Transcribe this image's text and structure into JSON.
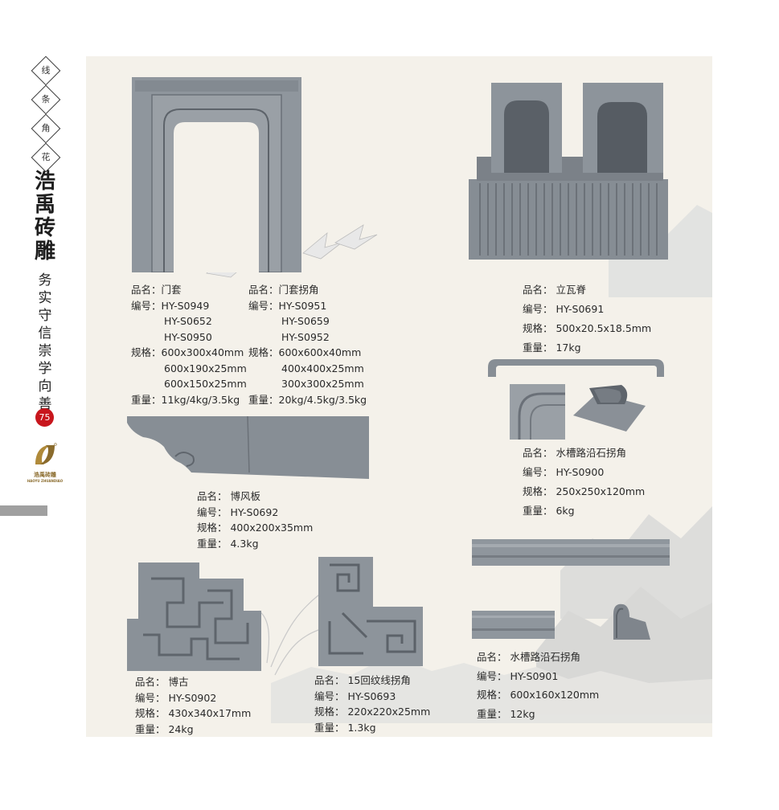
{
  "sidebar": {
    "tags": [
      "线",
      "条",
      "角",
      "花"
    ],
    "brand_cn": [
      "浩",
      "禹",
      "砖",
      "雕"
    ],
    "motto": [
      "务",
      "实",
      "守",
      "信",
      "崇",
      "学",
      "向",
      "善"
    ],
    "page_number": "75",
    "logo_text": "浩禹砖雕",
    "logo_subtext": "HAOYU ZHUANDIAO"
  },
  "colors": {
    "panel_bg": "#f4f1ea",
    "stone": "#8c949c",
    "stone_dark": "#6a7078",
    "stone_light": "#aab0b6",
    "accent_red": "#c8161d",
    "logo_gold": "#b08a3a"
  },
  "products": {
    "door_frame": {
      "name_label": "品名：门套",
      "code_label": "编号：",
      "codes": [
        "HY-S0949",
        "HY-S0652",
        "HY-S0950"
      ],
      "spec_label": "规格：",
      "specs": [
        "600x300x40mm",
        "600x190x25mm",
        "600x150x25mm"
      ],
      "weight": "重量：11kg/4kg/3.5kg"
    },
    "door_corner": {
      "name_label": "品名：门套拐角",
      "code_label": "编号：",
      "codes": [
        "HY-S0951",
        "HY-S0659",
        "HY-S0952"
      ],
      "spec_label": "规格：",
      "specs": [
        "600x600x40mm",
        "400x400x25mm",
        "300x300x25mm"
      ],
      "weight": "重量：20kg/4.5kg/3.5kg"
    },
    "ridge_tile": {
      "name": "品名：  立瓦脊",
      "code": "编号：  HY-S0691",
      "spec": "规格：  500x20.5x18.5mm",
      "weight": "重量：  17kg"
    },
    "gable_board": {
      "name": "品名：  博风板",
      "code": "编号：  HY-S0692",
      "spec": "规格：  400x200x35mm",
      "weight": "重量：  4.3kg"
    },
    "gutter_corner_1": {
      "name": "品名：  水槽路沿石拐角",
      "code": "编号：  HY-S0900",
      "spec": "规格：  250x250x120mm",
      "weight": "重量：  6kg"
    },
    "bogu": {
      "name": "品名：  博古",
      "code": "编号：  HY-S0902",
      "spec": "规格：  430x340x17mm",
      "weight": "重量：  24kg"
    },
    "fret_corner": {
      "name": "品名：  15回纹线拐角",
      "code": "编号：  HY-S0693",
      "spec": "规格：  220x220x25mm",
      "weight": "重量：  1.3kg"
    },
    "gutter_corner_2": {
      "name": "品名：  水槽路沿石拐角",
      "code": "编号：  HY-S0901",
      "spec": "规格：  600x160x120mm",
      "weight": "重量：  12kg"
    }
  }
}
